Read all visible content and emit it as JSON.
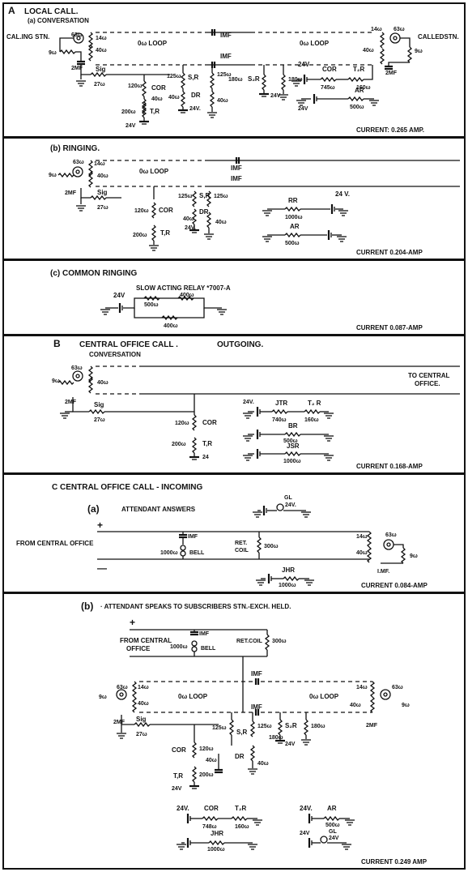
{
  "sections": {
    "a": {
      "letter": "A",
      "title": "LOCAL CALL.",
      "sub": "(a) CONVERSATION",
      "calling": "CAL.ING STN.",
      "called": "CALLEDSTN.",
      "r63": "63ω",
      "r14": "14ω",
      "r40": "40ω",
      "r9": "9ω",
      "mf2": "2MF",
      "loop": "0ω LOOP",
      "imf": "IMF",
      "sig": "Sig",
      "r27": "27ω",
      "cor": "COR",
      "tr": "T,R",
      "sir": "S,R",
      "dr": "DR",
      "s2r": "S₂R",
      "t2r": "T₂R",
      "ar": "AR",
      "r120": "120ω",
      "r200": "200ω",
      "r125": "125ω",
      "r180": "180ω",
      "r745": "745ω",
      "r160": "160ω",
      "r500": "500ω",
      "v24": "24V",
      "v24d": "24V.",
      "current": "CURRENT: 0.265 AMP."
    },
    "b": {
      "title": "(b) RINGING.",
      "rr": "RR",
      "r1000": "1000ω",
      "v24": "24 V.",
      "ar": "AR",
      "r500": "500ω",
      "current": "CURRENT 0.204-AMP"
    },
    "c": {
      "title": "(c) COMMON RINGING",
      "relay": "SLOW ACTING RELAY *7007-A",
      "v24": "24V",
      "r500": "500ω",
      "r400a": "400ω",
      "r400b": "400ω",
      "current": "CURRENT 0.087-AMP"
    },
    "B": {
      "letter": "B",
      "title": "CENTRAL OFFICE CALL .",
      "out": "OUTGOING.",
      "sub": "CONVERSATION",
      "to_line1": "TO CENTRAL",
      "to_line2": "OFFICE.",
      "jtr": "JTR",
      "r740": "740ω",
      "br": "BR",
      "r500": "500ω",
      "jsr": "JSR",
      "r1000": "1000ω",
      "t2r": "T₂ R",
      "r160": "160ω",
      "v24": "24V.",
      "v24s": "24",
      "current": "CURRENT 0.168-AMP"
    },
    "C": {
      "title": "C  CENTRAL OFFICE CALL - INCOMING",
      "a_label": "(a)",
      "a_text": "ATTENDANT ANSWERS",
      "plus": "+",
      "minus": "—",
      "from": "FROM CENTRAL OFFICE",
      "imf": "IMF",
      "r1000": "1000ω",
      "bell": "BELL",
      "ret1": "RET.",
      "ret2": "COIL",
      "r300": "300ω",
      "gl": "GL",
      "v24": "24V.",
      "jhr": "JHR",
      "r1000b": "1000ω",
      "imf2": "I.MF.",
      "current": "CURRENT 0.084-AMP",
      "b_label": "(b)",
      "b_text": "· ATTENDANT SPEAKS TO SUBSCRIBERS STN.-EXCH. HELD.",
      "from2a": "FROM CENTRAL",
      "from2b": "OFFICE",
      "retcoil": "RET.COIL",
      "loop2": "0ω LOOP",
      "r14": "14ω",
      "r48": "748ω",
      "current2": "CURRENT 0.249 AMP"
    }
  }
}
